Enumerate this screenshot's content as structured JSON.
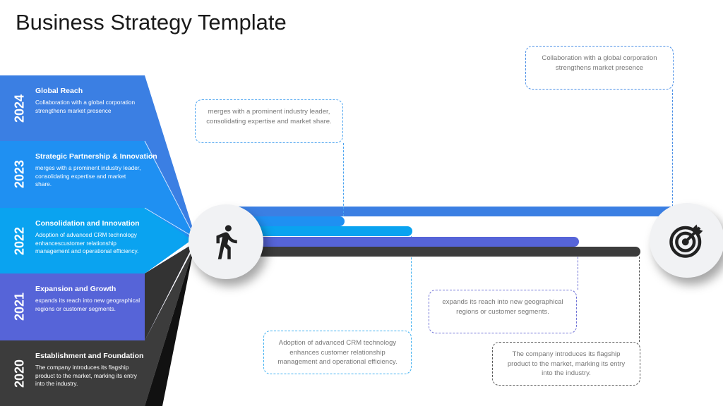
{
  "title": "Business Strategy Template",
  "milestones": [
    {
      "year": "2024",
      "heading": "Global Reach",
      "text": "Collaboration with a global corporation strengthens market presence",
      "callout": "Collaboration with a global corporation strengthens market presence",
      "color": "#3b7fe3"
    },
    {
      "year": "2023",
      "heading": "Strategic Partnership & Innovation",
      "text": "merges with a prominent industry leader, consolidating expertise and market share.",
      "callout": "merges with a prominent industry leader, consolidating expertise and market share.",
      "color": "#1f90f2"
    },
    {
      "year": "2022",
      "heading": "Consolidation and Innovation",
      "text": "Adoption of advanced CRM technology enhancescustomer relationship management and operational efficiency.",
      "callout": "Adoption of advanced CRM technology enhances customer relationship management and operational efficiency.",
      "color": "#0aa3f0"
    },
    {
      "year": "2021",
      "heading": "Expansion and Growth",
      "text": "expands its reach into new geographical regions or customer segments.",
      "callout": "expands its reach into new geographical regions or customer segments.",
      "color": "#5664d8"
    },
    {
      "year": "2020",
      "heading": "Establishment and Foundation",
      "text": "The company introduces its flagship product to the market, marking its entry into the industry.",
      "callout": "The company introduces its flagship product to the market, marking its entry into the industry.",
      "color": "#3c3c3c"
    }
  ],
  "icons": {
    "start": "running-person-icon",
    "goal": "target-icon"
  }
}
